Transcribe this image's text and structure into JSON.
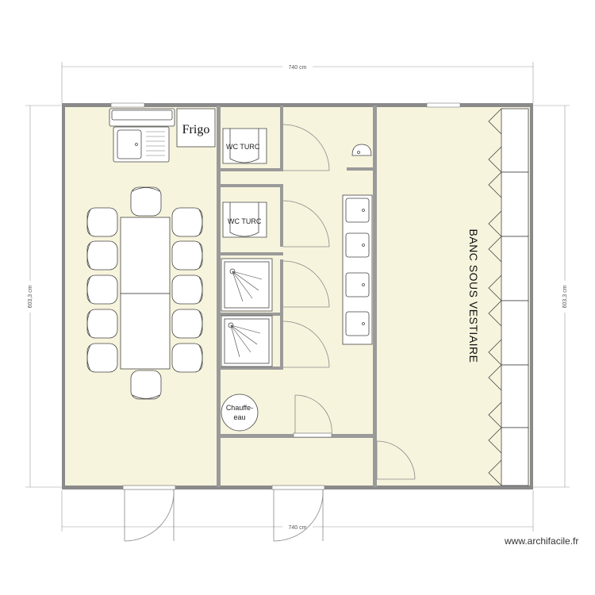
{
  "dimensions": {
    "top_width": "740 cm",
    "bottom_width": "740 cm",
    "left_height": "603,3 cm",
    "right_height": "603,3 cm"
  },
  "labels": {
    "frigo": "Frigo",
    "wc_1": "WC TURC",
    "wc_2": "WC TURC",
    "chauffe_eau_line1": "Chauffe-",
    "chauffe_eau_line2": "eau",
    "banc": "BANC SOUS VESTIAIRE"
  },
  "credit": "www.archifacile.fr",
  "colors": {
    "floor": "#f7f4dd",
    "wall": "#8a8a8a",
    "line": "#555555",
    "dimension": "#9a9a9a"
  }
}
